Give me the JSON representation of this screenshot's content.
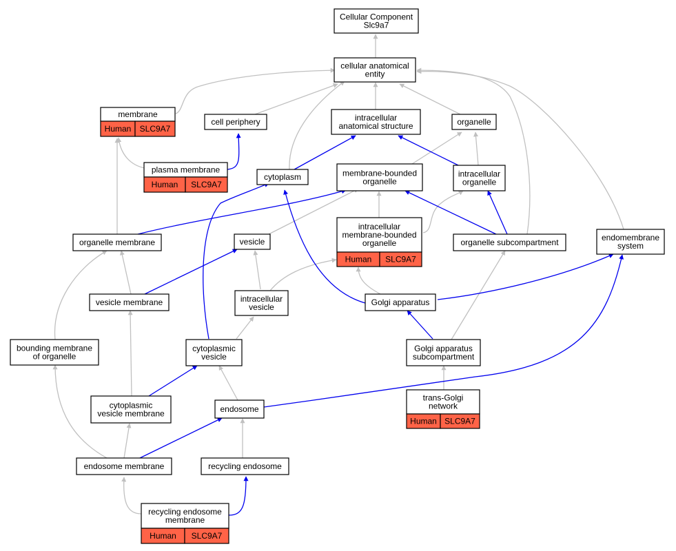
{
  "colors": {
    "is_a": "#c0c0c0",
    "part_of": "#0000ee",
    "annotation": "#ff6347"
  },
  "nodes": [
    {
      "id": "cc_root",
      "lines": [
        "Cellular Component",
        "Slc9a7"
      ]
    },
    {
      "id": "cae",
      "lines": [
        "cellular anatomical",
        "entity"
      ]
    },
    {
      "id": "membrane",
      "lines": [
        "membrane"
      ],
      "ann": [
        "Human",
        "SLC9A7"
      ]
    },
    {
      "id": "cell_periphery",
      "lines": [
        "cell periphery"
      ]
    },
    {
      "id": "ias",
      "lines": [
        "intracellular",
        "anatomical structure"
      ]
    },
    {
      "id": "organelle",
      "lines": [
        "organelle"
      ]
    },
    {
      "id": "plasma_membrane",
      "lines": [
        "plasma membrane"
      ],
      "ann": [
        "Human",
        "SLC9A7"
      ]
    },
    {
      "id": "cytoplasm",
      "lines": [
        "cytoplasm"
      ]
    },
    {
      "id": "mbo",
      "lines": [
        "membrane-bounded",
        "organelle"
      ]
    },
    {
      "id": "intra_org",
      "lines": [
        "intracellular",
        "organelle"
      ]
    },
    {
      "id": "imbo",
      "lines": [
        "intracellular",
        "membrane-bounded",
        "organelle"
      ],
      "ann": [
        "Human",
        "SLC9A7"
      ]
    },
    {
      "id": "organelle_membrane",
      "lines": [
        "organelle membrane"
      ]
    },
    {
      "id": "vesicle",
      "lines": [
        "vesicle"
      ]
    },
    {
      "id": "org_subcomp",
      "lines": [
        "organelle subcompartment"
      ]
    },
    {
      "id": "endomembrane",
      "lines": [
        "endomembrane",
        "system"
      ]
    },
    {
      "id": "vesicle_membrane",
      "lines": [
        "vesicle membrane"
      ]
    },
    {
      "id": "intra_vesicle",
      "lines": [
        "intracellular",
        "vesicle"
      ]
    },
    {
      "id": "golgi",
      "lines": [
        "Golgi apparatus"
      ]
    },
    {
      "id": "bounding_membrane",
      "lines": [
        "bounding membrane",
        "of organelle"
      ]
    },
    {
      "id": "cyto_vesicle",
      "lines": [
        "cytoplasmic",
        "vesicle"
      ]
    },
    {
      "id": "golgi_subcomp",
      "lines": [
        "Golgi apparatus",
        "subcompartment"
      ]
    },
    {
      "id": "cvm",
      "lines": [
        "cytoplasmic",
        "vesicle membrane"
      ]
    },
    {
      "id": "endosome",
      "lines": [
        "endosome"
      ]
    },
    {
      "id": "tgn",
      "lines": [
        "trans-Golgi",
        "network"
      ],
      "ann": [
        "Human",
        "SLC9A7"
      ]
    },
    {
      "id": "endosome_membrane",
      "lines": [
        "endosome membrane"
      ]
    },
    {
      "id": "recycling_endosome",
      "lines": [
        "recycling endosome"
      ]
    },
    {
      "id": "rem",
      "lines": [
        "recycling endosome",
        "membrane"
      ],
      "ann": [
        "Human",
        "SLC9A7"
      ]
    }
  ]
}
